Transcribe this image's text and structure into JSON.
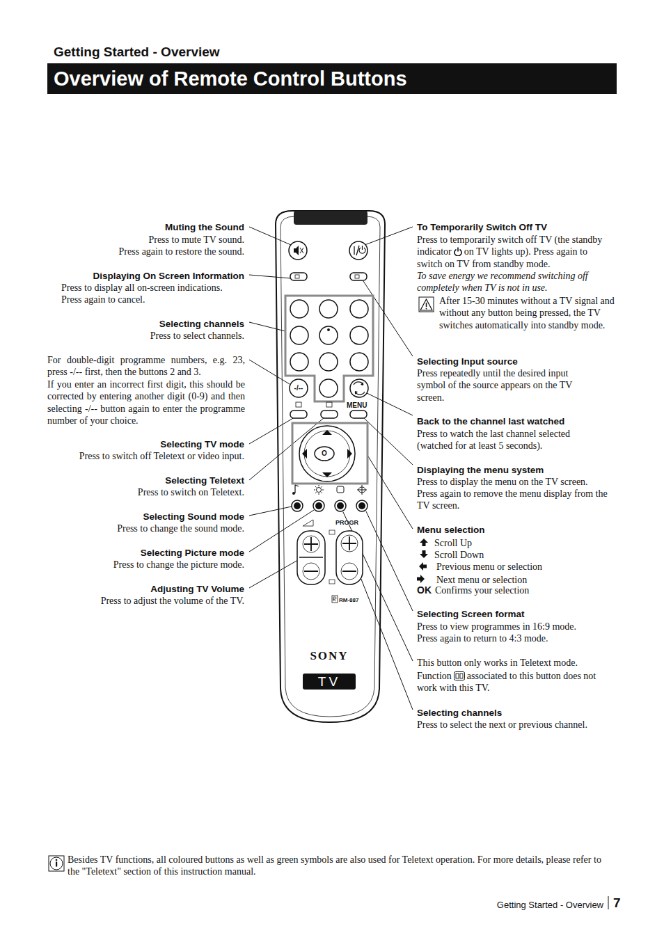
{
  "diagram": {
    "title": "Overview of Remote Control Buttons",
    "nodes": [
      {
        "text": [
          "MENU",
          "PROGR",
          "RM-887",
          "SONY"
        ]
      },
      {
        "text": [
          "TV"
        ],
        "in": 0
      }
    ],
    "labels": [
      "Getting Started - Overview",
      "Muting the Sound",
      "Press to mute TV sound.",
      "Press again to restore the sound.",
      "Displaying On Screen Information",
      "Press to display all on-screen indications.",
      "Press again to cancel.",
      "Selecting channels",
      "Press to select channels.",
      "For double-digit programme numbers, e.g. 23, press -/-- first, then the buttons 2 and 3.",
      "If you enter an incorrect first digit, this should be corrected by entering another digit (0-9) and then selecting -/-- button again to enter the programme number of your choice.",
      "Selecting TV mode",
      "Press to switch off Teletext or video input.",
      "Selecting Teletext",
      "Press to switch on Teletext.",
      "Selecting Sound mode",
      "Press to change the sound mode.",
      "Selecting Picture mode",
      "Press to change the picture mode.",
      "Adjusting TV Volume",
      "Press to adjust the volume of the TV.",
      "To Temporarily Switch Off TV",
      "Press to temporarily switch off TV (the standby indicator",
      "on TV lights up). Press again to switch on TV from standby mode.",
      "To save energy we recommend switching off completely when TV is not in use.",
      "After 15-30 minutes without a TV signal and without any button being pressed, the TV switches automatically into standby mode.",
      "Selecting Input source",
      "Press repeatedly until the desired input symbol of the source appears on the TV screen.",
      "Back to the channel last watched",
      "Press to watch the last channel selected (watched for at least 5 seconds).",
      "Displaying the menu system",
      "Press to display the menu on the TV screen.",
      "Press again to remove the menu display from the TV screen.",
      "Menu selection",
      "Scroll Up",
      "Scroll Down",
      "Previous menu or selection",
      "Next menu or selection",
      "OK",
      "Confirms your selection",
      "Selecting Screen format",
      "Press to view programmes in 16:9 mode.",
      "Press again to return to 4:3 mode.",
      "This button only works in Teletext mode.",
      "Function",
      "associated to this button does not work with this TV.",
      "Selecting channels",
      "Press to select the next or previous channel.",
      "Besides TV functions, all coloured buttons as well as green symbols are also used for Teletext operation. For more details, please refer to the \"Teletext\" section of this instruction manual.",
      "Getting Started - Overview",
      "7",
      "-/--",
      "O"
    ]
  }
}
